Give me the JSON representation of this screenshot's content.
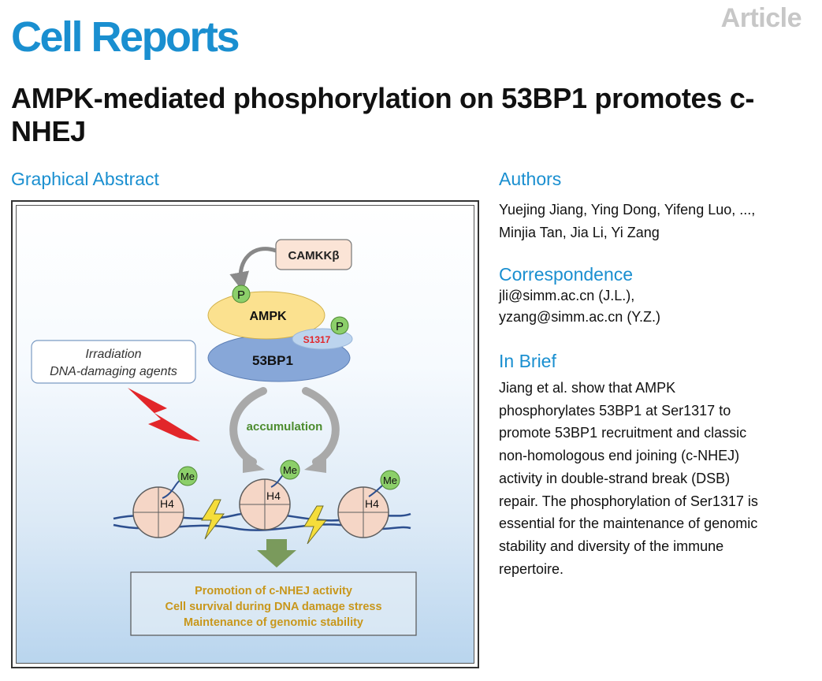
{
  "header": {
    "journal": "Cell Reports",
    "article_type": "Article",
    "title": "AMPK-mediated phosphorylation on 53BP1 promotes c-NHEJ"
  },
  "graphical_abstract": {
    "heading": "Graphical Abstract",
    "kinase_upstream": "CAMKKβ",
    "ampk": "AMPK",
    "bp53": "53BP1",
    "site": "S1317",
    "phospho": "P",
    "stimulus_line1": "Irradiation",
    "stimulus_line2": "DNA-damaging agents",
    "accumulation": "accumulation",
    "methyl": "Me",
    "histone": "H4",
    "outcomes": [
      "Promotion of c-NHEJ activity",
      "Cell survival during DNA damage stress",
      "Maintenance of genomic stability"
    ],
    "colors": {
      "ampk": "#fbe18f",
      "bp53": "#87a7d8",
      "camkk": "#fbe4d6",
      "phospho": "#8ccf6a",
      "arrow_green": "#7a9a5c",
      "accent_red": "#e2262a",
      "outcome_text": "#c8971c",
      "lightning": "#f5dd3a"
    }
  },
  "authors": {
    "heading": "Authors",
    "line1": "Yuejing Jiang, Ying Dong, Yifeng Luo, ...,",
    "line2": "Minjia Tan, Jia Li, Yi Zang"
  },
  "correspondence": {
    "heading": "Correspondence",
    "line1": "jli@simm.ac.cn (J.L.),",
    "line2": "yzang@simm.ac.cn (Y.Z.)"
  },
  "in_brief": {
    "heading": "In Brief",
    "lines": [
      "Jiang et al. show that AMPK",
      "phosphorylates 53BP1 at Ser1317 to",
      "promote 53BP1 recruitment and classic",
      "non-homologous end joining (c-NHEJ)",
      "activity in double-strand break (DSB)",
      "repair. The phosphorylation of Ser1317 is",
      "essential for the maintenance of genomic",
      "stability and diversity of the immune",
      "repertoire."
    ]
  }
}
